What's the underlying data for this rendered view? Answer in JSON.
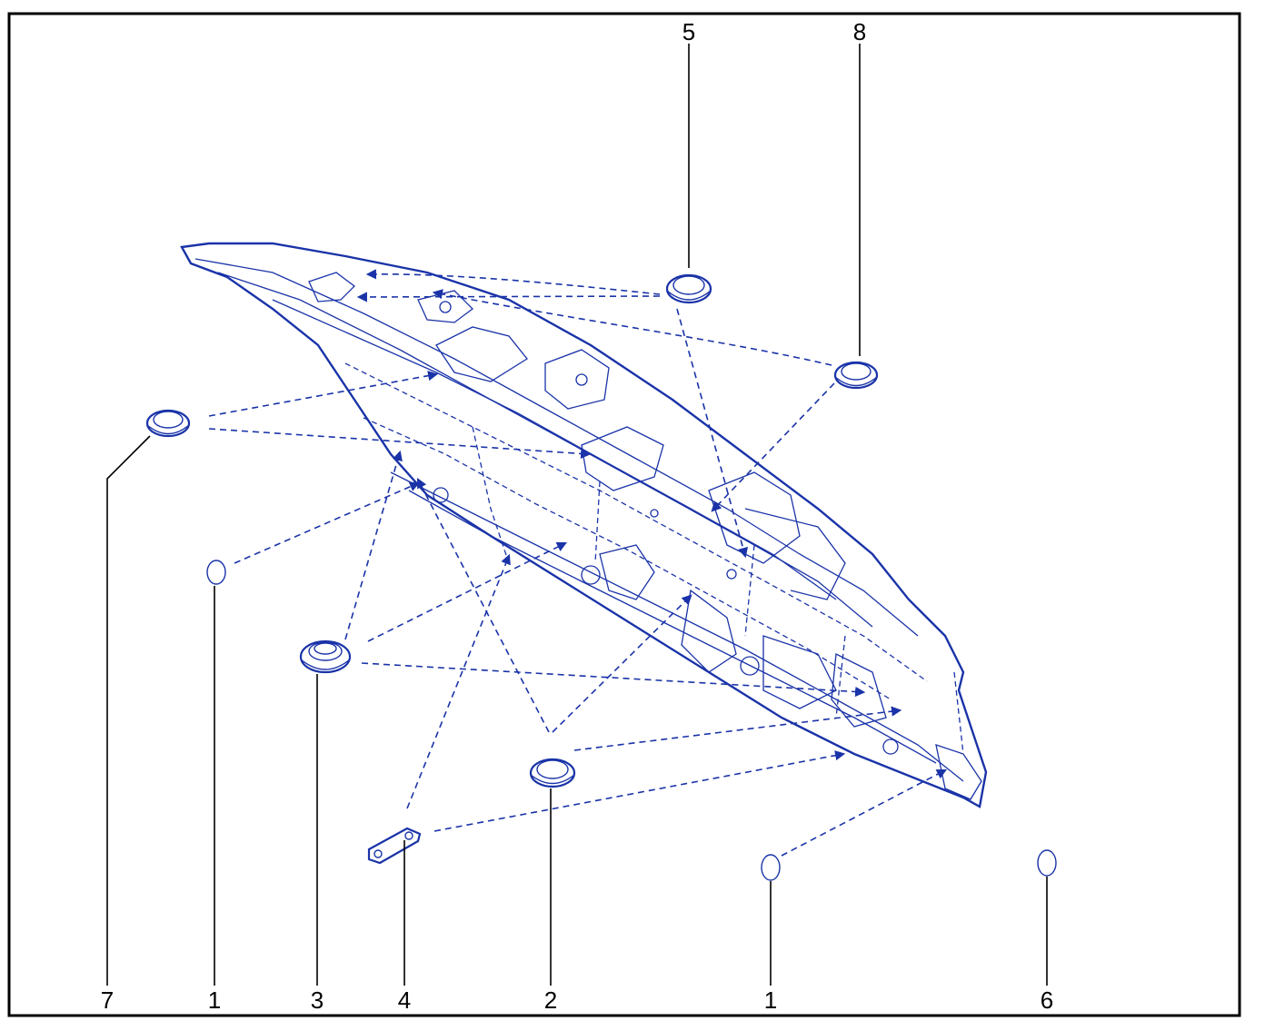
{
  "diagram": {
    "colors": {
      "line": "#1a33a8",
      "callout": "#000000",
      "border": "#000000"
    },
    "callouts": {
      "c7": "7",
      "c1_left": "1",
      "c3": "3",
      "c4": "4",
      "c2": "2",
      "c1_right": "1",
      "c6": "6",
      "c5": "5",
      "c8": "8"
    }
  }
}
